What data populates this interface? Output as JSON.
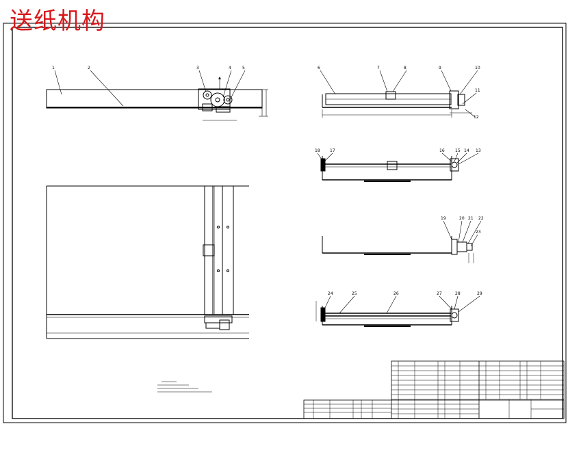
{
  "drawing": {
    "title": "送纸机构",
    "title_color": "#d8191c",
    "line_color": "#000000"
  },
  "balloons": {
    "front_view": [
      "1",
      "2",
      "3",
      "4",
      "5"
    ],
    "section_a": [
      "6",
      "7",
      "8",
      "9",
      "10",
      "11",
      "12"
    ],
    "section_b": [
      "18",
      "17",
      "16",
      "15",
      "14",
      "13"
    ],
    "section_c": [
      "19",
      "20",
      "21",
      "22",
      "23"
    ],
    "section_d": [
      "24",
      "25",
      "26",
      "27",
      "28",
      "29"
    ]
  }
}
